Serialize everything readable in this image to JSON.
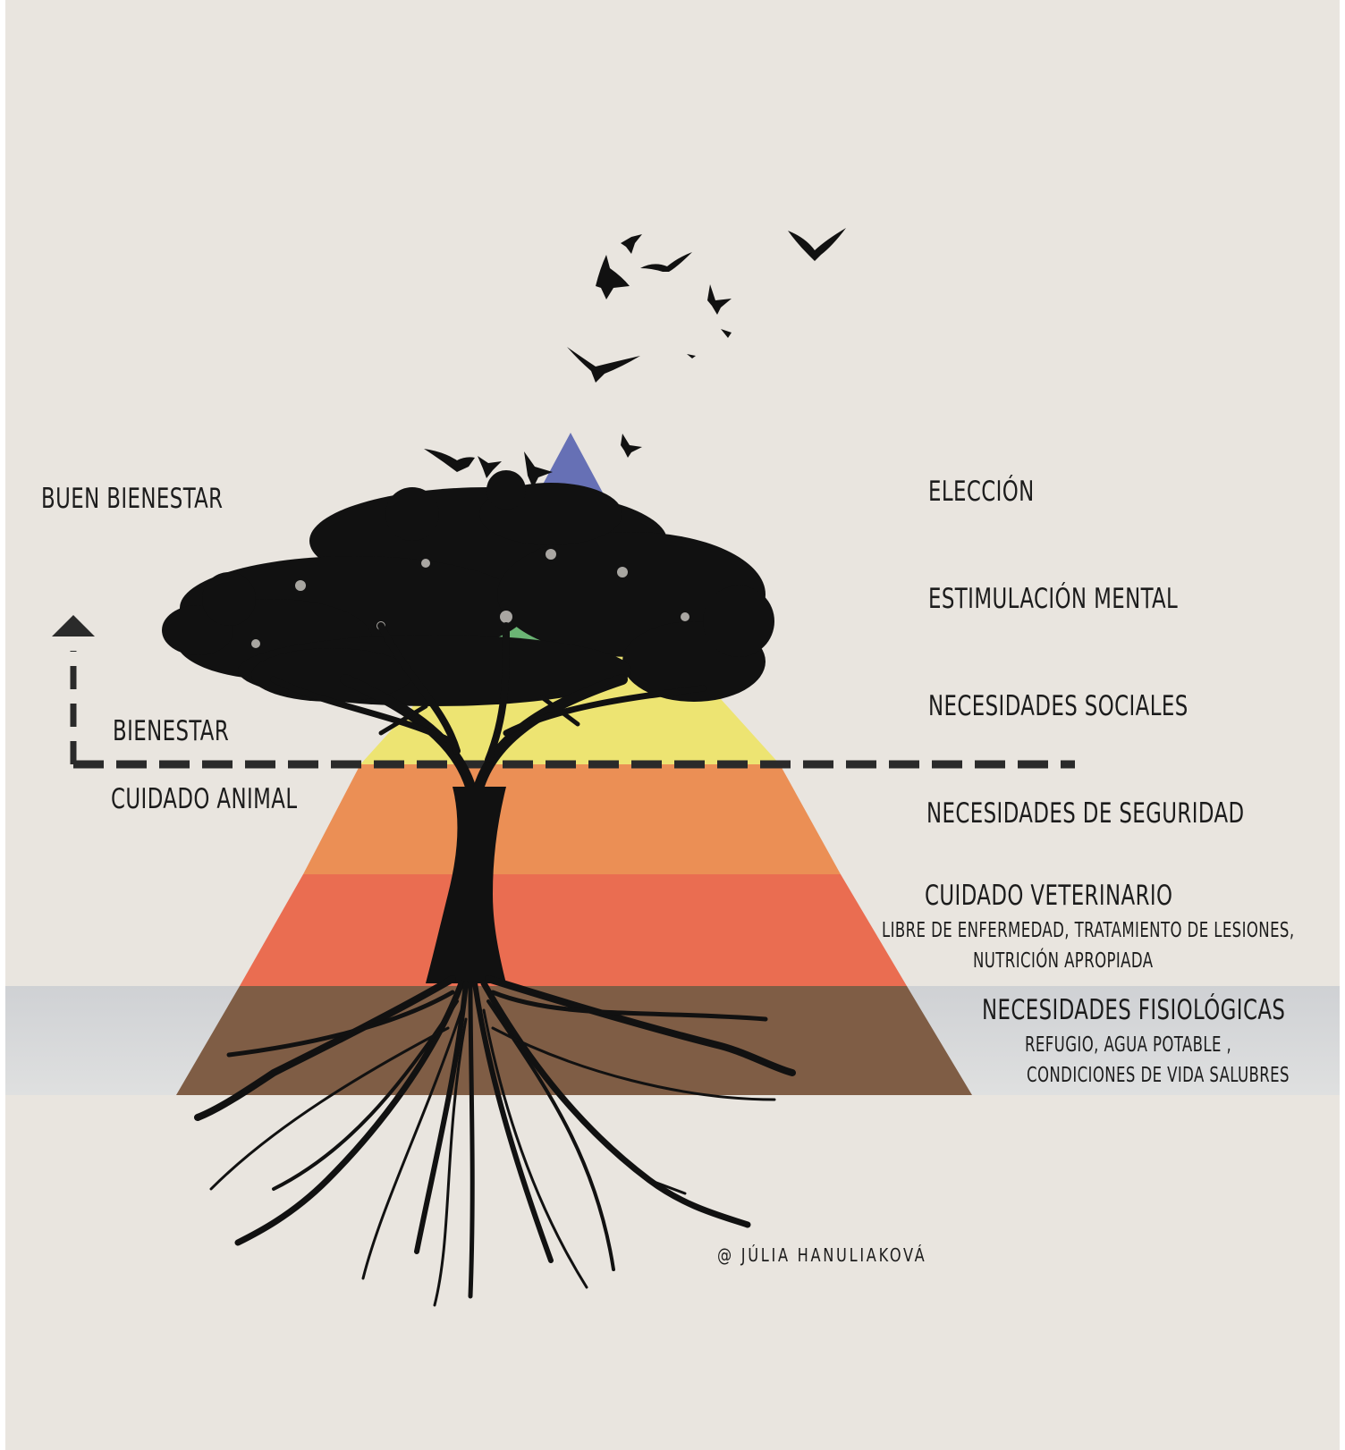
{
  "levels": [
    {
      "name": "ELECCIÓN",
      "color": "#6670b5"
    },
    {
      "name": "ESTIMULACIÓN MENTAL",
      "color": "#6bb574"
    },
    {
      "name": "NECESIDADES SOCIALES",
      "color": "#ede472"
    },
    {
      "name": "NECESIDADES DE SEGURIDAD",
      "color": "#eb8f55"
    },
    {
      "name": "CUIDADO VETERINARIO",
      "detail": [
        "LIBRE DE ENFERMEDAD, TRATAMIENTO DE LESIONES,",
        "NUTRICIÓN APROPIADA"
      ],
      "color": "#ea6d51"
    },
    {
      "name": "NECESIDADES FISIOLÓGICAS",
      "detail": [
        "REFUGIO, AGUA POTABLE ,",
        "CONDICIONES DE VIDA SALUBRES"
      ],
      "color": "#7f5d45"
    }
  ],
  "scale": {
    "top": "BUEN BIENESTAR",
    "middle": "BIENESTAR",
    "bottom": "CUIDADO ANIMAL"
  },
  "credit": "@ JÚLIA HANULIAKOVÁ",
  "colors": {
    "background": "#e9e5df",
    "ground": "#d4d5d7",
    "ink": "#111111"
  },
  "icons": [
    "tree-silhouette",
    "bird-silhouettes",
    "up-arrow-icon"
  ]
}
